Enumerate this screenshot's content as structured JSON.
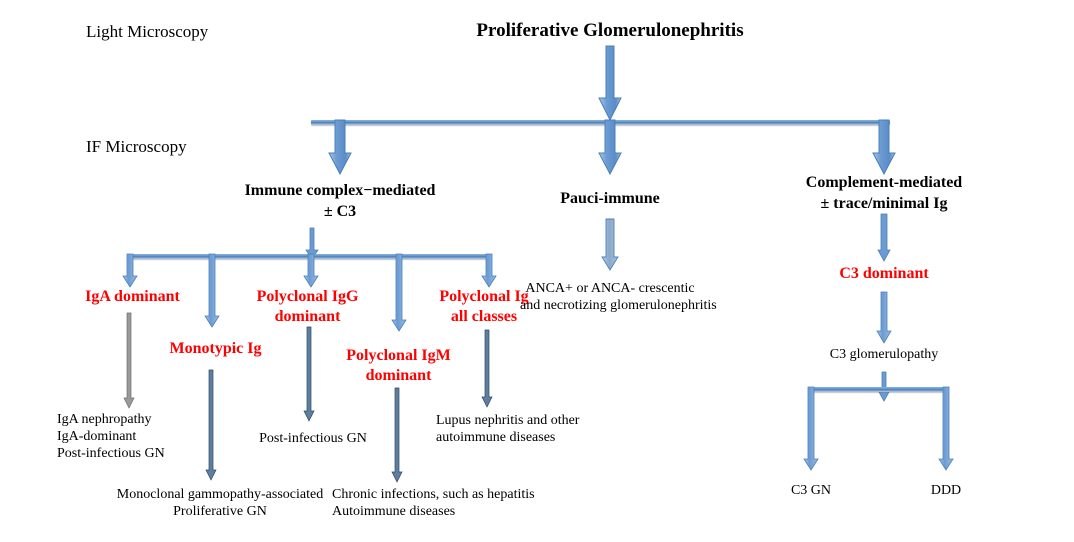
{
  "diagram": {
    "title": "Proliferative Glomerulonephritis classification flowchart",
    "colors": {
      "arrow_blue": "#6B9BD2",
      "arrow_blue_dark": "#4A7FBB",
      "arrow_gray": "#808080",
      "arrow_navy": "#4A6A8A",
      "red_label": "#FF0000",
      "text_black": "#000000"
    },
    "stages": [
      {
        "id": "light-microscopy",
        "label": "Light Microscopy"
      },
      {
        "id": "if-microscopy",
        "label": "IF Microscopy"
      }
    ],
    "root": {
      "id": "proliferative-gn",
      "label": "Proliferative Glomerulonephritis"
    },
    "categories": [
      {
        "id": "immune-complex-mediated",
        "line1": "Immune complex−mediated",
        "line2": "± C3"
      },
      {
        "id": "pauci-immune",
        "line1": "Pauci-immune",
        "line2": ""
      },
      {
        "id": "complement-mediated",
        "line1": "Complement-mediated",
        "line2": "± trace/minimal Ig"
      }
    ],
    "immune_complex_subtypes": [
      {
        "id": "iga-dominant",
        "line1": "IgA dominant",
        "line2": ""
      },
      {
        "id": "monotypic-ig",
        "line1": "Monotypic Ig",
        "line2": ""
      },
      {
        "id": "polyclonal-igg-dominant",
        "line1": "Polyclonal IgG",
        "line2": "dominant"
      },
      {
        "id": "polyclonal-igm-dominant",
        "line1": "Polyclonal IgM",
        "line2": "dominant"
      },
      {
        "id": "polyclonal-ig-all-classes",
        "line1": "Polyclonal Ig",
        "line2": "all classes"
      }
    ],
    "outcomes": [
      {
        "id": "iga-nephropathy-outcome",
        "lines": [
          "IgA nephropathy",
          "IgA-dominant",
          "Post-infectious GN"
        ],
        "align": "left"
      },
      {
        "id": "monoclonal-gammopathy-outcome",
        "lines": [
          "Monoclonal gammopathy-associated",
          "Proliferative GN"
        ],
        "align": "center"
      },
      {
        "id": "post-infectious-gn-outcome",
        "lines": [
          "Post-infectious GN"
        ],
        "align": "center"
      },
      {
        "id": "chronic-infections-outcome",
        "lines": [
          "Chronic infections, such as hepatitis",
          "Autoimmune diseases"
        ],
        "align": "left"
      },
      {
        "id": "lupus-nephritis-outcome",
        "lines": [
          "Lupus nephritis and other",
          "autoimmune diseases"
        ],
        "align": "left"
      },
      {
        "id": "anca-crescentic-outcome",
        "lines": [
          "ANCA+ or ANCA- crescentic",
          "and necrotizing glomerulonephritis"
        ],
        "align": "center"
      }
    ],
    "complement_branch": {
      "c3_dominant": "C3 dominant",
      "c3_glomerulopathy": "C3 glomerulopathy",
      "terminals": [
        {
          "id": "c3-gn",
          "label": "C3 GN"
        },
        {
          "id": "ddd",
          "label": "DDD"
        }
      ]
    }
  }
}
